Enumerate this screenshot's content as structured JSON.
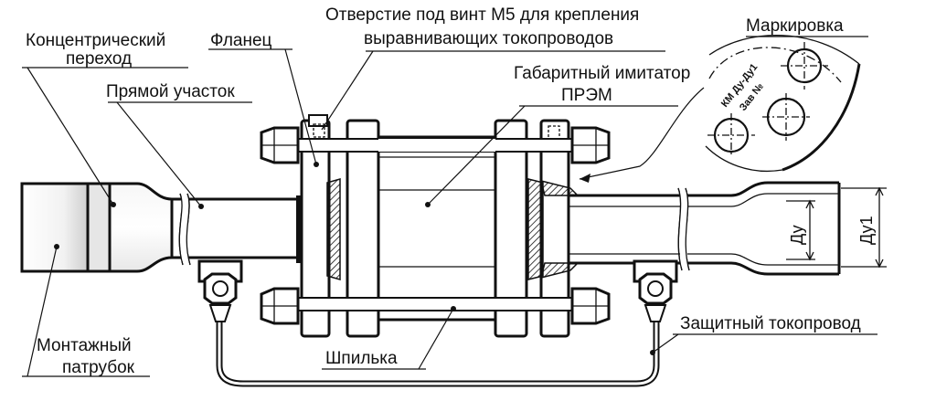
{
  "labels": {
    "concentric_1": "Концентрический",
    "concentric_2": "переход",
    "straight": "Прямой участок",
    "flange": "Фланец",
    "hole_1": "Отверстие под винт М5 для крепления",
    "hole_2": "выравнивающих токопроводов",
    "imitator_1": "Габаритный имитатор",
    "imitator_2": "ПРЭМ",
    "marking": "Маркировка",
    "mount_1": "Монтажный",
    "mount_2": "патрубок",
    "stud": "Шпилька",
    "conductor": "Защитный токопровод",
    "dim_du": "Ду",
    "dim_du1": "Ду1"
  },
  "marking_plate": {
    "line1": "КМ Ду-Ду1",
    "line2": "Зав №"
  }
}
